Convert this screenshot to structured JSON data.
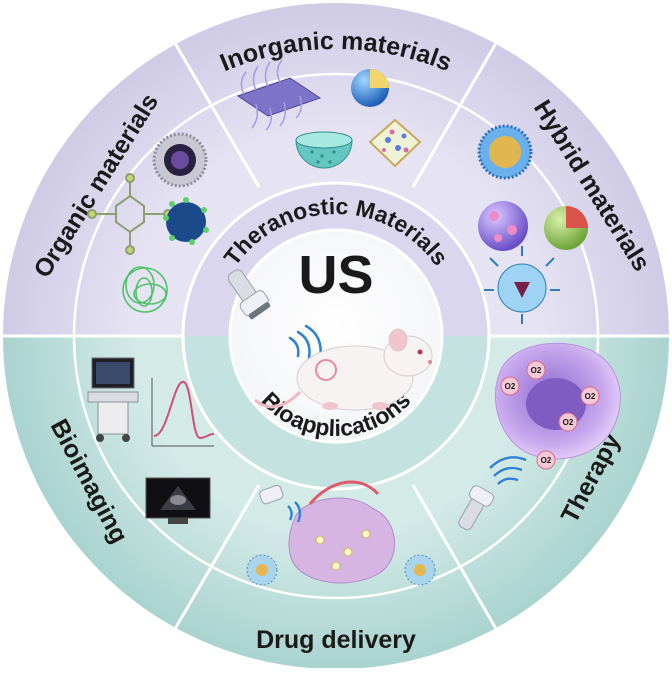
{
  "center_title": "US",
  "inner_ring": {
    "top_label": "Theranostic Materials",
    "bottom_label": "Bioapplications"
  },
  "segments": {
    "inorganic": "Inorganic materials",
    "organic": "Organic materials",
    "hybrid": "Hybrid materials",
    "bioimaging": "Bioimaging",
    "drug_delivery": "Drug delivery",
    "therapy": "Therapy"
  },
  "therapy_badges": [
    "O2",
    "O2",
    "O2",
    "O2",
    "O2"
  ],
  "colors": {
    "materials_half": "#dcd9ee",
    "applications_half": "#bfdedb",
    "divider": "#ffffff",
    "vesicle_pink": "#e9a6c6",
    "cell_purple": "#c6a5e4",
    "ring_wave": "#2e7fd8"
  },
  "icons": {
    "probe": "ultrasound-probe-icon",
    "mouse": "mouse-icon",
    "machine": "ultrasound-machine-icon",
    "monitor": "ultrasound-monitor-icon",
    "curve": "signal-curve-icon",
    "cell": "tumor-cell-icon",
    "tissue": "tumor-tissue-icon"
  }
}
